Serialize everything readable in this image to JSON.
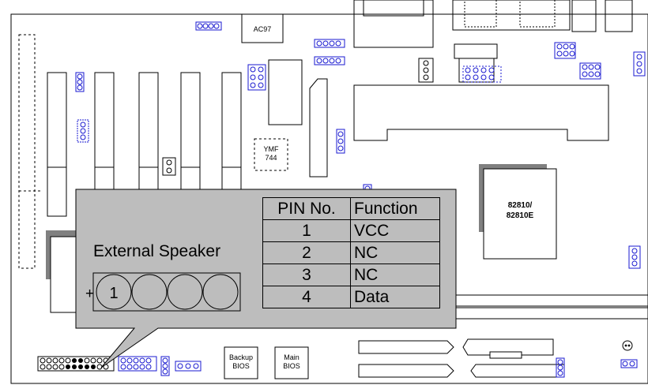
{
  "board_labels": {
    "audio_codec": "AC97",
    "sound_chip": "YMF\n744",
    "chipset": "82810/\n82810E",
    "backup_bios": "Backup\nBIOS",
    "main_bios": "Main\nBIOS"
  },
  "callout": {
    "title": "External Speaker",
    "plus_sign": "+",
    "first_pin_label": "1",
    "pin_count": 4
  },
  "pin_table": {
    "headers": [
      "PIN No.",
      "Function"
    ],
    "rows": [
      [
        "1",
        "VCC"
      ],
      [
        "2",
        "NC"
      ],
      [
        "3",
        "NC"
      ],
      [
        "4",
        "Data"
      ]
    ]
  },
  "colors": {
    "callout_fill": "#bdbdbd",
    "header_pin_blue": "#1a1ad0",
    "board_line": "#000000",
    "chip_shadow": "#808080"
  }
}
